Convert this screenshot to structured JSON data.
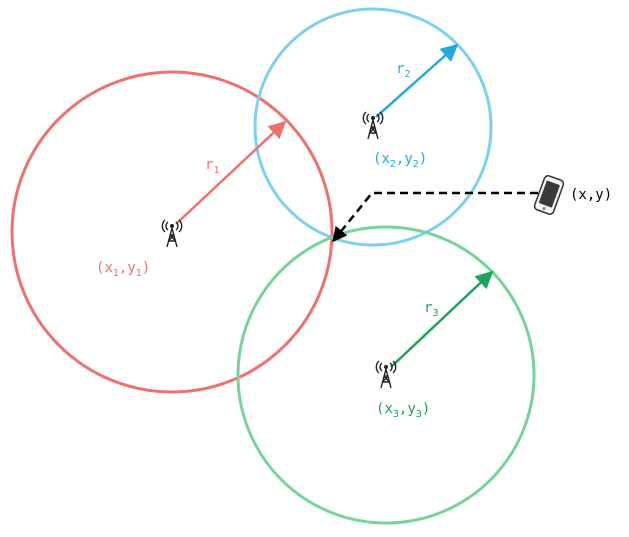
{
  "colors": {
    "tower1": "#f07070",
    "tower2": "#22aadd",
    "tower2_circle": "#7fd0ee",
    "tower3": "#1aa35a",
    "tower3_circle": "#76d49a",
    "path": "#000000",
    "tower_icon": "#222222"
  },
  "towers": [
    {
      "id": "1",
      "radius_label": "r",
      "radius_sub": "1",
      "coord_x": "x",
      "coord_x_sub": "1",
      "coord_y": "y",
      "coord_y_sub": "1"
    },
    {
      "id": "2",
      "radius_label": "r",
      "radius_sub": "2",
      "coord_x": "x",
      "coord_x_sub": "2",
      "coord_y": "y",
      "coord_y_sub": "2"
    },
    {
      "id": "3",
      "radius_label": "r",
      "radius_sub": "3",
      "coord_x": "x",
      "coord_x_sub": "3",
      "coord_y": "y",
      "coord_y_sub": "3"
    }
  ],
  "device": {
    "label": "(x,y)",
    "icon": "smartphone-icon"
  },
  "tower_icon": "cell-tower-icon"
}
